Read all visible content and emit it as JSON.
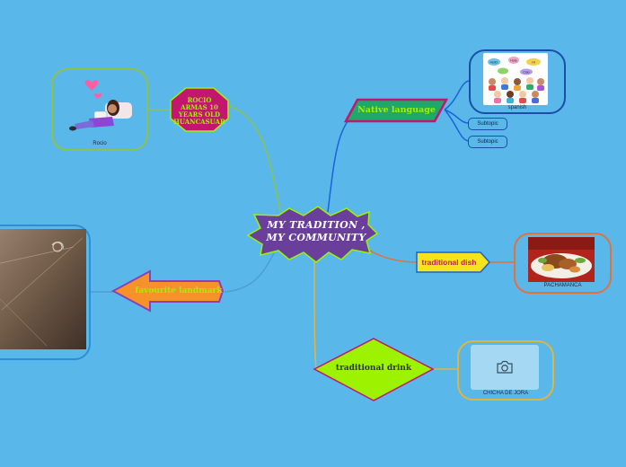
{
  "central": {
    "line1": "MY TRADITION ,",
    "line2": "MY COMMUNITY"
  },
  "profile": {
    "name_text": "ROCIO ARMAS 10 YEARS OLD HUANCASUAR",
    "image_caption": "Rocio"
  },
  "native_language": {
    "label": "Native language",
    "image_caption": "spanish",
    "subtopics": [
      "Subtopic",
      "Subtopic"
    ],
    "speech_bubbles": [
      "Hello!",
      "Hola",
      "Hi",
      "Ciao"
    ]
  },
  "traditional_dish": {
    "label": "traditional dish",
    "image_caption": "PACHAMANCA"
  },
  "traditional_drink": {
    "label": "traditional drink",
    "image_caption": "CHICHA DE JORA"
  },
  "favourite_landmark": {
    "label": "favourite landmark"
  },
  "colors": {
    "background": "#5ab7ea",
    "central": "#6a3e9b",
    "accent_green": "#9df200",
    "accent_pink": "#c2166f",
    "accent_orange": "#f7922a",
    "accent_yellow": "#f5e31b"
  }
}
